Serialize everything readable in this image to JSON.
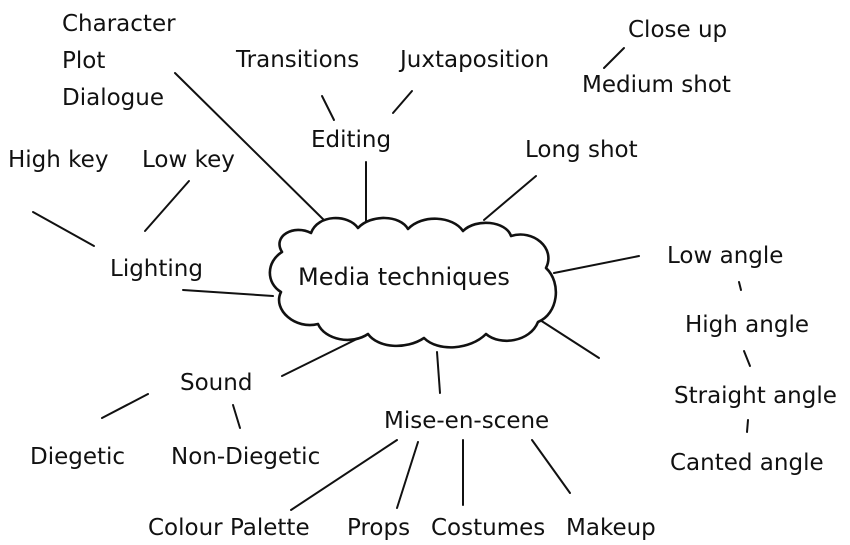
{
  "center": "Media techniques",
  "topics": {
    "narrative": [
      "Character",
      "Plot",
      "Dialogue"
    ],
    "editing": {
      "label": "Editing",
      "items": [
        "Transitions",
        "Juxtaposition"
      ]
    },
    "shots": [
      "Close up",
      "Medium shot",
      "Long shot"
    ],
    "lighting": {
      "label": "Lighting",
      "items": [
        "High key",
        "Low key"
      ]
    },
    "angles": [
      "Low angle",
      "High angle",
      "Straight angle",
      "Canted angle"
    ],
    "sound": {
      "label": "Sound",
      "items": [
        "Diegetic",
        "Non-Diegetic"
      ]
    },
    "mise_en_scene": {
      "label": "Mise-en-scene",
      "items": [
        "Colour Palette",
        "Props",
        "Costumes",
        "Makeup"
      ]
    }
  }
}
